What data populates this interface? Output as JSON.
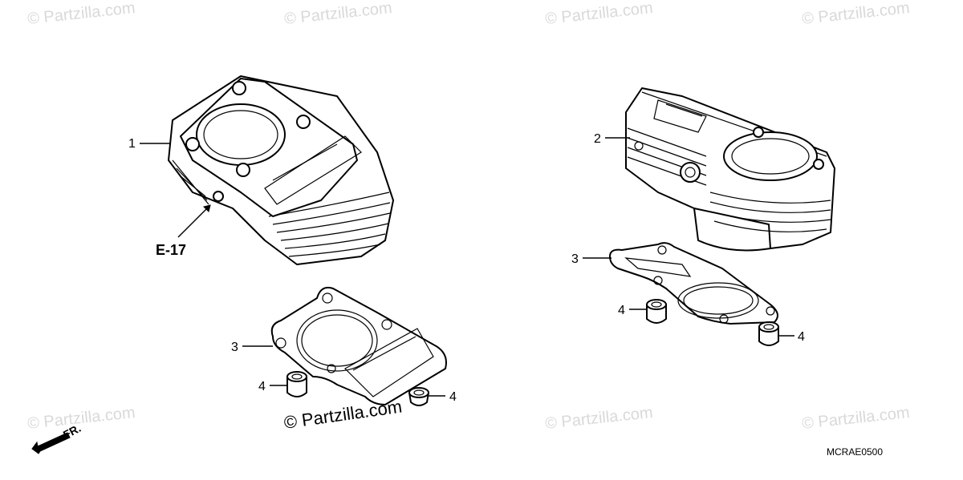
{
  "watermark": {
    "text": "© Partzilla.com",
    "main_text": "© Partzilla.com"
  },
  "diagram": {
    "reference": "E-17",
    "front_marker": "FR.",
    "code": "MCRAE0500",
    "callouts": {
      "left_cylinder": "1",
      "right_cylinder": "2",
      "left_gasket": "3",
      "right_gasket": "3",
      "left_dowel_a": "4",
      "left_dowel_b": "4",
      "right_dowel_a": "4",
      "right_dowel_b": "4"
    }
  }
}
